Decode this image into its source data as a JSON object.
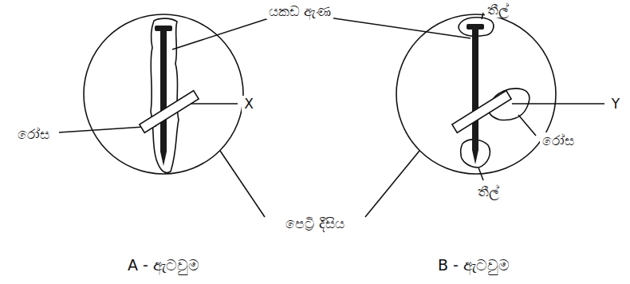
{
  "diagram": {
    "labels": [
      "යකඩ ඇණ",
      "තීල්",
      "X",
      "Y",
      "රෝස",
      "රෝස",
      "තීල්",
      "පෙට්‍රි දීසිය",
      "A - ඇටවුම",
      "B - ඇටවුම"
    ]
  }
}
